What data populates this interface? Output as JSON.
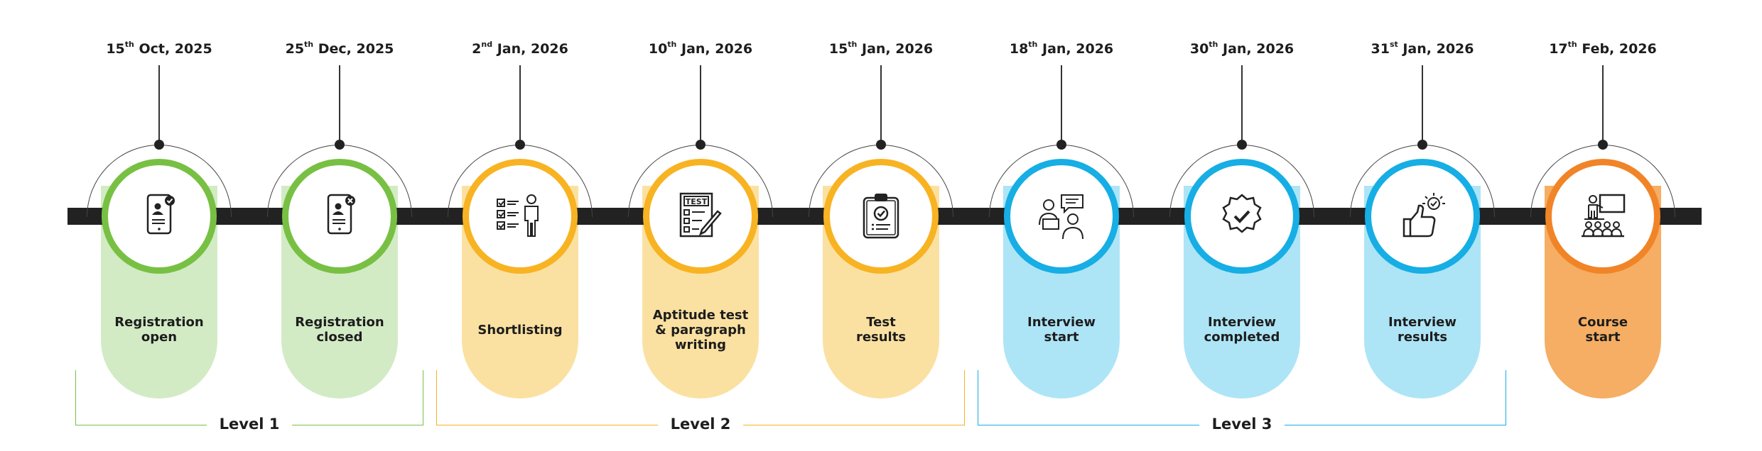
{
  "colors": {
    "green": "#78c043",
    "green_light": "#d2ebc5",
    "yellow": "#f8b323",
    "yellow_light": "#fbe1a1",
    "blue": "#16aee4",
    "blue_light": "#ade5f6",
    "orange": "#f08427",
    "orange_light": "#f5ae63",
    "bar": "#222222"
  },
  "stages": [
    {
      "date_day": "15",
      "date_suffix": "th",
      "date_rest": " Oct, 2025",
      "label_lines": [
        "Registration",
        "open"
      ],
      "icon": "tablet-user-check-icon",
      "color": "green"
    },
    {
      "date_day": "25",
      "date_suffix": "th",
      "date_rest": " Dec, 2025",
      "label_lines": [
        "Registration",
        "closed"
      ],
      "icon": "tablet-user-closed-icon",
      "color": "green"
    },
    {
      "date_day": "2",
      "date_suffix": "nd",
      "date_rest": " Jan, 2026",
      "label_lines": [
        "Shortlisting"
      ],
      "icon": "checklist-person-icon",
      "color": "yellow"
    },
    {
      "date_day": "10",
      "date_suffix": "th",
      "date_rest": " Jan, 2026",
      "label_lines": [
        "Aptitude test",
        "& paragraph",
        "writing"
      ],
      "icon": "test-paper-pencil-icon",
      "color": "yellow"
    },
    {
      "date_day": "15",
      "date_suffix": "th",
      "date_rest": " Jan, 2026",
      "label_lines": [
        "Test",
        "results"
      ],
      "icon": "clipboard-check-icon",
      "color": "yellow"
    },
    {
      "date_day": "18",
      "date_suffix": "th",
      "date_rest": " Jan, 2026",
      "label_lines": [
        "Interview",
        "start"
      ],
      "icon": "interview-people-icon",
      "color": "blue"
    },
    {
      "date_day": "30",
      "date_suffix": "th",
      "date_rest": " Jan, 2026",
      "label_lines": [
        "Interview",
        "completed"
      ],
      "icon": "badge-check-icon",
      "color": "blue"
    },
    {
      "date_day": "31",
      "date_suffix": "st",
      "date_rest": " Jan, 2026",
      "label_lines": [
        "Interview",
        "results"
      ],
      "icon": "thumbs-up-icon",
      "color": "blue"
    },
    {
      "date_day": "17",
      "date_suffix": "th",
      "date_rest": " Feb, 2026",
      "label_lines": [
        "Course",
        "start"
      ],
      "icon": "classroom-teacher-icon",
      "color": "orange"
    }
  ],
  "levels": [
    {
      "label": "Level 1",
      "color": "green"
    },
    {
      "label": "Level 2",
      "color": "yellow"
    },
    {
      "label": "Level 3",
      "color": "blue"
    }
  ]
}
